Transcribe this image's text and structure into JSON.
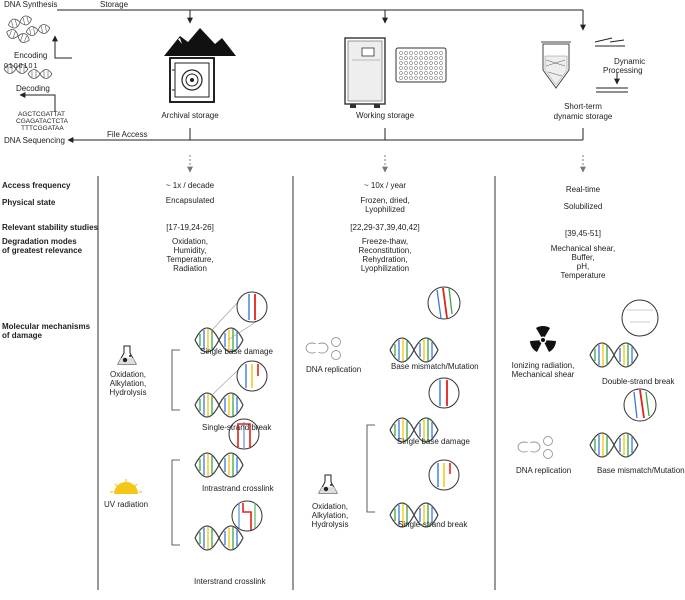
{
  "workflow": {
    "dna_synthesis": "DNA Synthesis",
    "storage": "Storage",
    "encoding": "Encoding",
    "decoding": "Decoding",
    "sequence_lines": [
      "AGCTCGATTAT",
      "CGAGATACTCTA",
      "TTTCGGATAA"
    ],
    "dna_sequencing": "DNA Sequencing",
    "file_access": "File Access"
  },
  "storage_types": {
    "archival": "Archival storage",
    "working": "Working storage",
    "short_term": [
      "Short-term",
      "dynamic storage"
    ],
    "dynamic_processing": [
      "Dynamic",
      "Processing"
    ]
  },
  "row_labels": {
    "access_frequency": "Access frequency",
    "physical_state": "Physical state",
    "stability_studies": "Relevant stability studies",
    "degradation_modes": [
      "Degradation modes",
      "of greatest relevance"
    ],
    "molecular_mechanisms": [
      "Molecular mechanisms",
      "of damage"
    ]
  },
  "archival_col": {
    "access_frequency": "~ 1x / decade",
    "physical_state": "Encapsulated",
    "stability_studies": "[17-19,24-26]",
    "degradation_modes": [
      "Oxidation,",
      "Humidity,",
      "Temperature,",
      "Radiation"
    ],
    "cause_chemical": [
      "Oxidation,",
      "Alkylation,",
      "Hydrolysis"
    ],
    "cause_uv": "UV radiation",
    "damage": [
      "Single base damage",
      "Single-strand break",
      "Intrastrand crosslink",
      "Interstrand crosslink"
    ]
  },
  "working_col": {
    "access_frequency": "~ 10x / year",
    "physical_state": [
      "Frozen, dried,",
      "Lyophilized"
    ],
    "stability_studies": "[22,29-37,39,40,42]",
    "degradation_modes": [
      "Freeze-thaw,",
      "Reconstitution,",
      "Rehydration,",
      "Lyophilization"
    ],
    "cause_replication": "DNA replication",
    "cause_chemical": [
      "Oxidation,",
      "Alkylation,",
      "Hydrolysis"
    ],
    "damage": [
      "Base mismatch/Mutation",
      "Single base damage",
      "Single-strand break"
    ]
  },
  "shortterm_col": {
    "access_frequency": "Real-time",
    "physical_state": "Solubilized",
    "stability_studies": "[39,45-51]",
    "degradation_modes": [
      "Mechanical shear,",
      "Buffer,",
      "pH,",
      "Temperature"
    ],
    "cause_radiation": [
      "Ionizing radiation,",
      "Mechanical shear"
    ],
    "cause_replication": "DNA replication",
    "damage": [
      "Double-strand break",
      "Base mismatch/Mutation"
    ]
  },
  "icons": [
    "dna-helix-icon",
    "mountain-icon",
    "vault-safe-icon",
    "freezer-icon",
    "well-plate-icon",
    "tube-icon",
    "flask-icon",
    "sun-icon",
    "radiation-icon",
    "cell-division-icon",
    "magnifier-icon"
  ],
  "colors": {
    "strand": "#444444",
    "base_red": "#e2231a",
    "base_blue": "#3a7bd5",
    "base_green": "#3aa845",
    "base_yellow": "#f2c200",
    "sun": "#f5c518"
  }
}
